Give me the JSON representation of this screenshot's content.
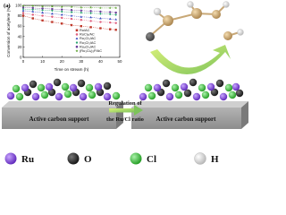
{
  "panel_label": "(a)",
  "chart": {
    "ylabel": "Conversion of acetylene (%)",
    "xlabel": "Time on stream (h)",
    "x_ticks": [
      "0",
      "10",
      "20",
      "30",
      "40",
      "50"
    ],
    "y_ticks": [
      "0",
      "20",
      "40",
      "60",
      "80",
      "100"
    ]
  },
  "legend": {
    "entries": [
      {
        "label": "Ru/AC",
        "color": "#c0392b",
        "marker": "square"
      },
      {
        "label": "RuCl₃/AC",
        "color": "#e0607e",
        "marker": "circle"
      },
      {
        "label": "Ru₂Cl₃/AC",
        "color": "#3b4cc0",
        "marker": "triangle"
      },
      {
        "label": "Ru₃Cl₃/AC",
        "color": "#27a36e",
        "marker": "diamond"
      },
      {
        "label": "Ru₃Cl₄/AC",
        "color": "#6a3d9a",
        "marker": "circle"
      },
      {
        "label": "(Ru₃Cl₄)₃P/AC",
        "color": "#5aa02c",
        "marker": "star"
      }
    ]
  },
  "chart_data": {
    "type": "scatter",
    "x": [
      0,
      5,
      10,
      15,
      20,
      25,
      30,
      35,
      40,
      45,
      48
    ],
    "series": [
      {
        "name": "Ru/AC",
        "values": [
          80,
          75,
          71,
          68,
          65,
          62,
          60,
          58,
          56,
          54,
          53
        ]
      },
      {
        "name": "RuCl₃/AC",
        "values": [
          85,
          82,
          80,
          78,
          76,
          74,
          72,
          70,
          68,
          67,
          66
        ]
      },
      {
        "name": "Ru₂Cl₃/AC",
        "values": [
          90,
          88,
          86,
          84,
          82,
          80,
          78,
          77,
          75,
          74,
          73
        ]
      },
      {
        "name": "Ru₃Cl₃/AC",
        "values": [
          93,
          92,
          91,
          90,
          88,
          87,
          86,
          85,
          84,
          83,
          82
        ]
      },
      {
        "name": "Ru₃Cl₄/AC",
        "values": [
          96,
          95,
          94,
          93,
          92,
          91,
          90,
          89,
          88,
          87,
          86
        ]
      },
      {
        "name": "(Ru₃Cl₄)₃P/AC",
        "values": [
          99,
          99,
          98,
          98,
          97,
          97,
          96,
          96,
          95,
          95,
          95
        ]
      }
    ],
    "xlim": [
      0,
      50
    ],
    "ylim": [
      0,
      100
    ]
  },
  "surfaces": {
    "left_label": "Active carbon support",
    "right_label": "Active carbon support"
  },
  "arrow": {
    "line1": "Regulation of",
    "line2": "the Ru/Cl ratio"
  },
  "key": {
    "items": [
      {
        "symbol": "Ru",
        "color": "#7b3fd1"
      },
      {
        "symbol": "O",
        "color": "#222222"
      },
      {
        "symbol": "Cl",
        "color": "#39c439"
      },
      {
        "symbol": "H",
        "color": "#e8e8e8"
      }
    ]
  }
}
